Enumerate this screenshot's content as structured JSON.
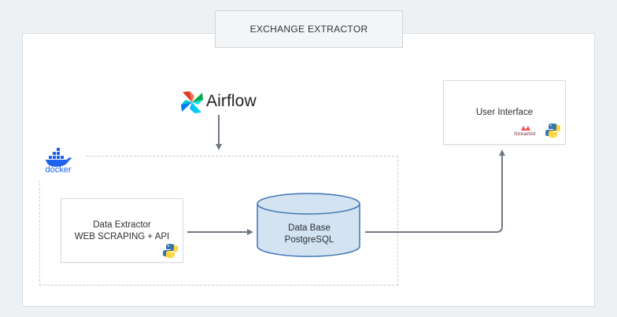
{
  "title": "EXCHANGE EXTRACTOR",
  "orchestrator": {
    "label": "Airflow",
    "icon": "airflow-pinwheel-icon"
  },
  "container": {
    "label": "docker",
    "icon": "docker-whale-icon",
    "color": "#1d63ed"
  },
  "extractor": {
    "line1": "Data Extractor",
    "line2": "WEB SCRAPING + API",
    "icon": "python-icon"
  },
  "database": {
    "line1": "Data Base",
    "line2": "PostgreSQL",
    "fill": "#d3e3f2",
    "stroke": "#3c74b5"
  },
  "ui": {
    "label": "User Interface",
    "badge": "Streamlit",
    "icon": "python-icon"
  },
  "edges": [
    {
      "from": "Airflow",
      "to": "docker"
    },
    {
      "from": "Data Extractor",
      "to": "Data Base"
    },
    {
      "from": "Data Base",
      "to": "User Interface"
    }
  ],
  "colors": {
    "arrow": "#6e7883",
    "python_blue": "#3776ab",
    "python_yellow": "#ffd43b"
  }
}
